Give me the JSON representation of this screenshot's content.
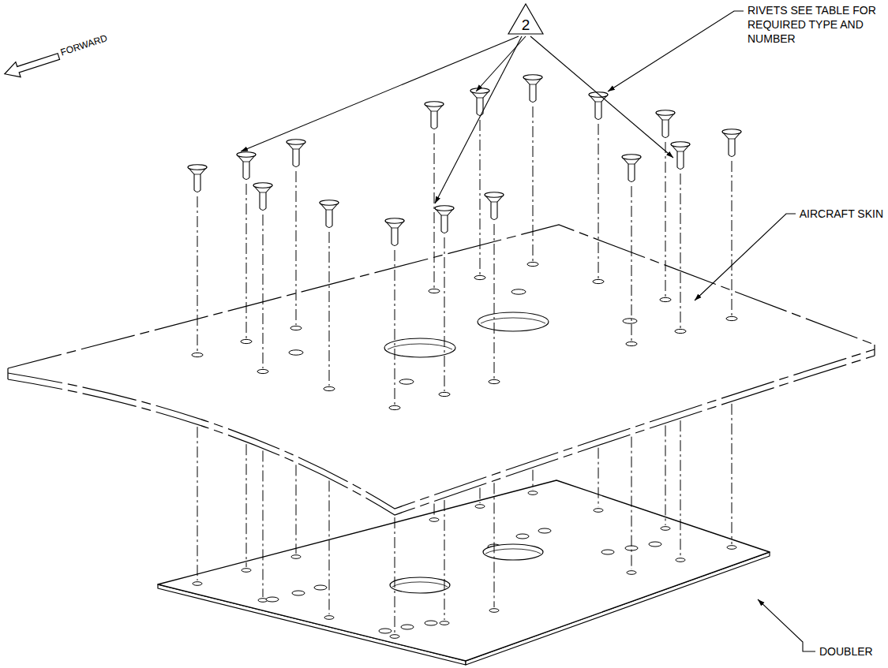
{
  "diagram": {
    "nodes": [
      {
        "text": [
          "2"
        ]
      }
    ],
    "labels": [
      "RIVETS SEE TABLE FOR REQUIRED TYPE AND NUMBER",
      "FORWARD",
      "AIRCRAFT SKIN",
      "DOUBLER"
    ]
  }
}
